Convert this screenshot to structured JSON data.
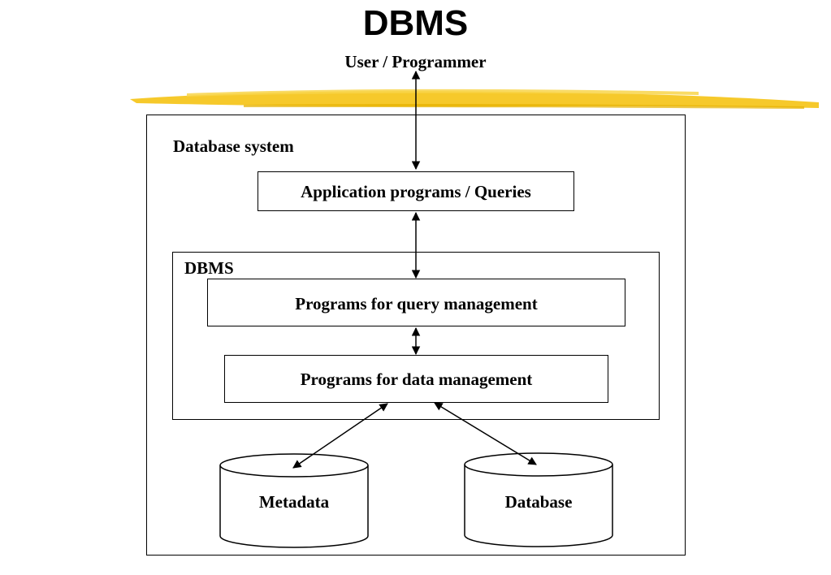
{
  "title": "DBMS",
  "user_label": "User / Programmer",
  "database_system_label": "Database system",
  "application_label": "Application programs / Queries",
  "dbms_label": "DBMS",
  "query_mgmt_label": "Programs for query management",
  "data_mgmt_label": "Programs for data management",
  "metadata_label": "Metadata",
  "database_label": "Database",
  "colors": {
    "highlighter": "#f5c419",
    "line": "#000000"
  }
}
